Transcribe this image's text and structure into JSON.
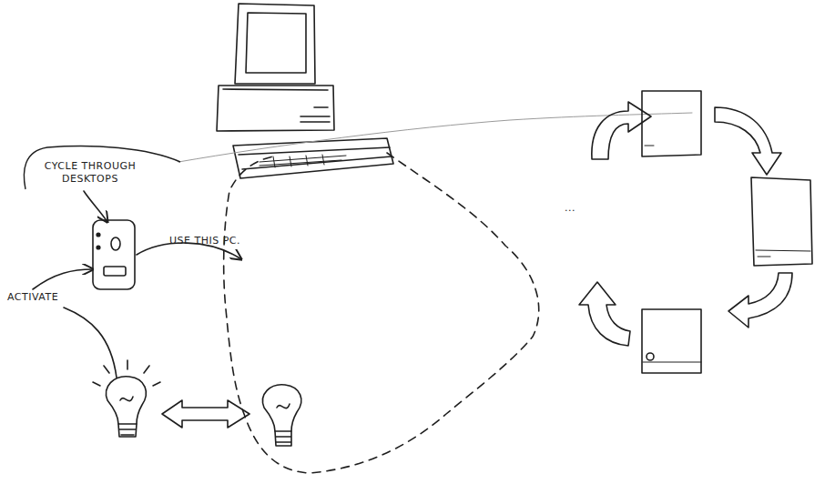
{
  "diagram": {
    "nodes": [
      {
        "text": [
          "CYCLE THROUGH DESKTOPS"
        ]
      }
    ],
    "labels": [
      "USE THIS PC.",
      "ACTIVATE",
      "..."
    ]
  }
}
